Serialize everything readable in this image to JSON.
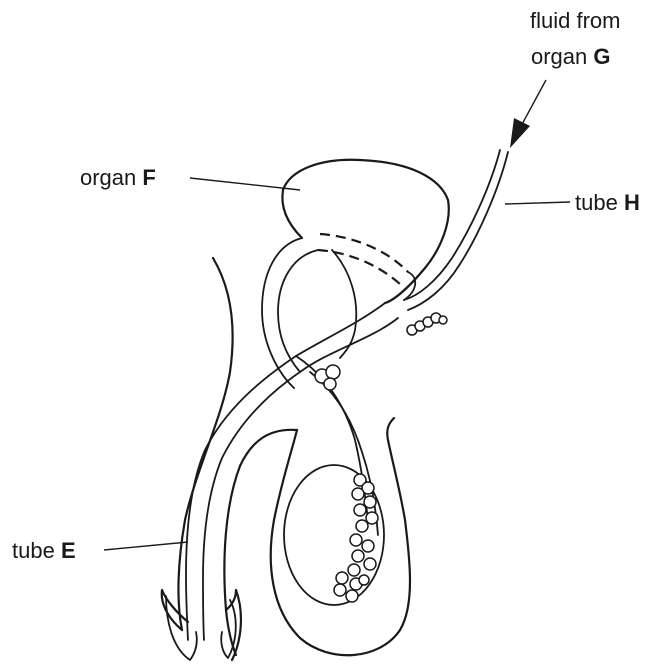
{
  "labels": {
    "fluid_line1": "fluid from",
    "fluid_line2_prefix": "organ ",
    "fluid_line2_letter": "G",
    "organ_f_prefix": "organ ",
    "organ_f_letter": "F",
    "tube_h_prefix": "tube ",
    "tube_h_letter": "H",
    "tube_e_prefix": "tube ",
    "tube_e_letter": "E"
  }
}
